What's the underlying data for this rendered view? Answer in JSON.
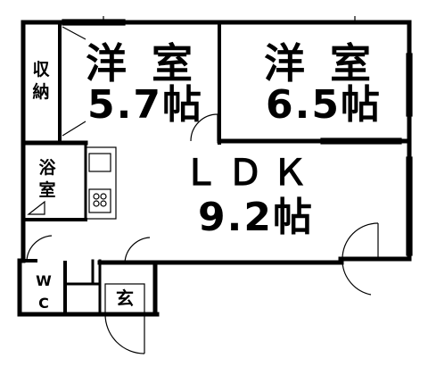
{
  "rooms": {
    "western_room_1": {
      "name": "洋 室",
      "size": "5.7帖"
    },
    "western_room_2": {
      "name": "洋 室",
      "size": "6.5帖"
    },
    "storage": {
      "name": "収納"
    },
    "bath": {
      "name": "浴室"
    },
    "ldk": {
      "name": "ＬＤＫ",
      "size": "9.2帖"
    },
    "wc": {
      "name": "WC"
    },
    "entrance": {
      "name": "玄"
    }
  },
  "colors": {
    "wall": "#000000",
    "line": "#000000",
    "background": "#ffffff"
  }
}
